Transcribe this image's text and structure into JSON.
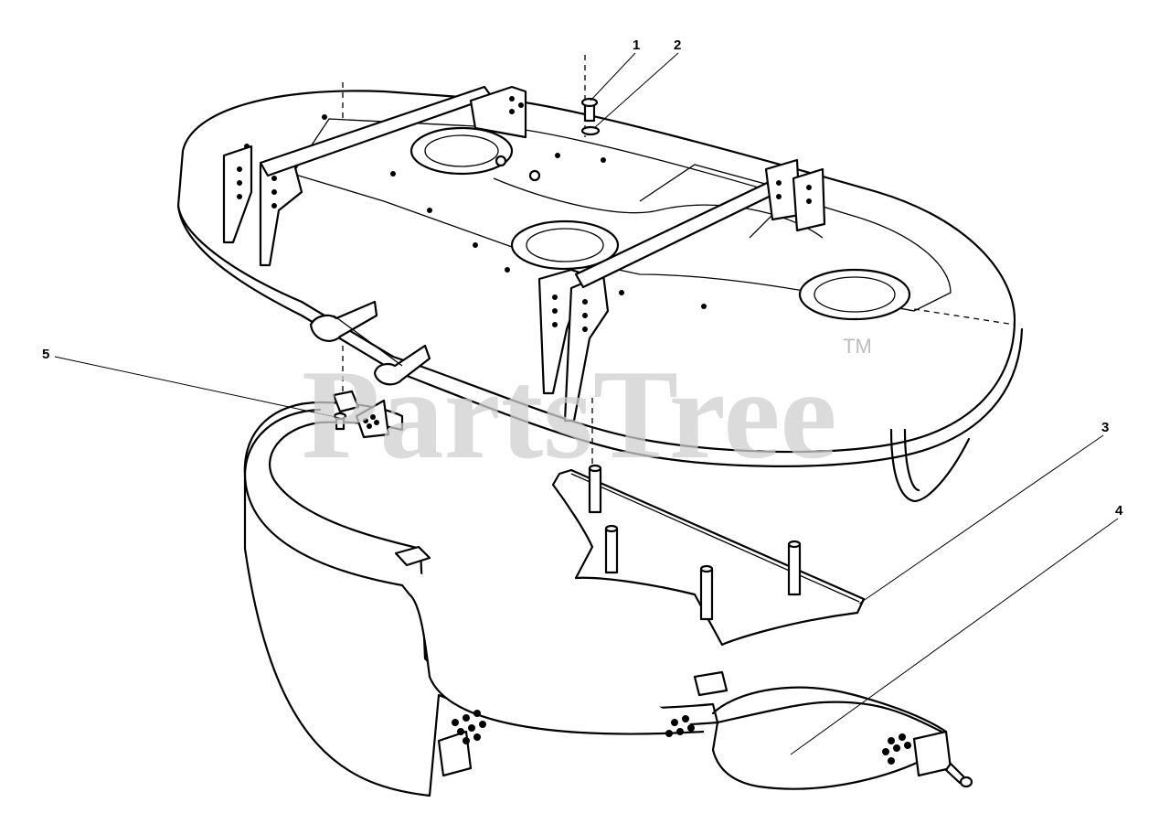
{
  "watermark": {
    "text": "PartsTree",
    "tm": "TM"
  },
  "callouts": [
    {
      "id": "1",
      "label": "1"
    },
    {
      "id": "2",
      "label": "2"
    },
    {
      "id": "3",
      "label": "3"
    },
    {
      "id": "4",
      "label": "4"
    },
    {
      "id": "5",
      "label": "5"
    }
  ],
  "colors": {
    "line": "#000000",
    "background": "#ffffff",
    "watermark": "#cfcfcf"
  }
}
